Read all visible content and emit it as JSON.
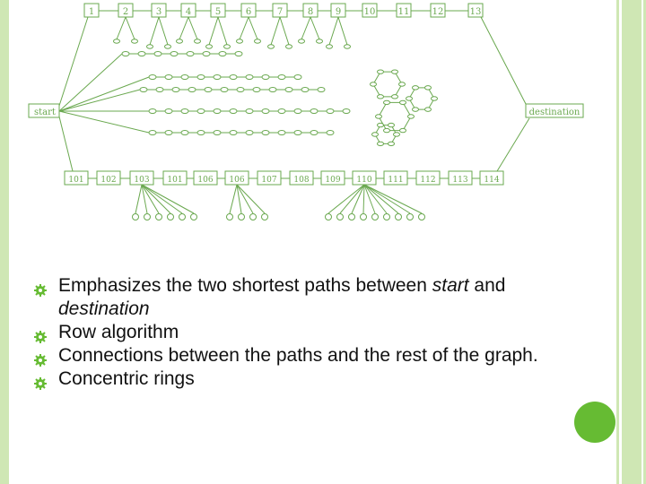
{
  "slide": {
    "accent_color": "#66bb33",
    "frame_color": "#cfe7b4"
  },
  "diagram": {
    "line_color": "#6aa84f",
    "top_row": [
      "1",
      "2",
      "3",
      "4",
      "5",
      "6",
      "7",
      "8",
      "9",
      "10",
      "11",
      "12",
      "13"
    ],
    "bottom_row": [
      "101",
      "102",
      "103",
      "101",
      "106",
      "106",
      "107",
      "108",
      "109",
      "110",
      "111",
      "112",
      "113",
      "114"
    ],
    "start_label": "start",
    "destination_label": "destination"
  },
  "bullets": {
    "icon": "gear-icon",
    "items": [
      {
        "before": "Emphasizes the two shortest paths between ",
        "em1": "start",
        "mid": " and ",
        "em2": "destination"
      },
      {
        "text": "Row algorithm"
      },
      {
        "text": "Connections between the paths and the rest of the graph."
      },
      {
        "text": "Concentric rings"
      }
    ]
  }
}
